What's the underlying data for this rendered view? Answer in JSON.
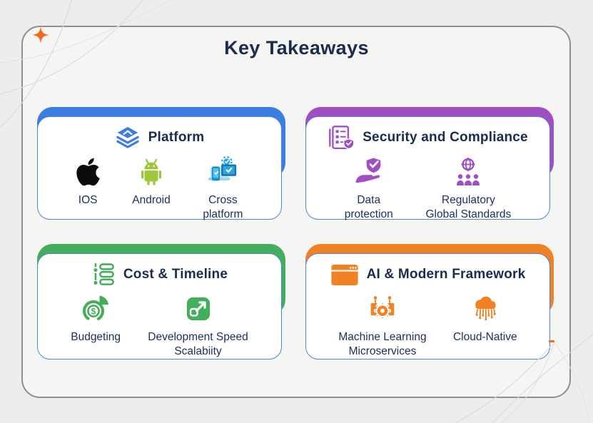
{
  "page": {
    "title": "Key Takeaways"
  },
  "decorations": {
    "sparkle_color": "#F4691E",
    "curve_color": "#DBDBD9",
    "container_border_color": "#8F8F8D",
    "inner_card_border_color": "#4A86D8",
    "text_color": "#1D2B4F"
  },
  "cards": [
    {
      "accent_color": "#3B7DE0",
      "header": {
        "label": "Platform",
        "icon": "layers-stack-icon"
      },
      "items": [
        {
          "label": "IOS",
          "icon": "apple-icon",
          "icon_color": "#0B0B0B"
        },
        {
          "label": "Android",
          "icon": "android-icon",
          "icon_color": "#A0C63C"
        },
        {
          "label": "Cross\nplatform",
          "icon": "cross-platform-devices-icon",
          "icon_color": "#2AA7DF"
        }
      ]
    },
    {
      "accent_color": "#A04EC4",
      "header": {
        "label": "Security and Compliance",
        "icon": "compliance-checklist-icon"
      },
      "items": [
        {
          "label": "Data\nprotection",
          "icon": "shield-hand-icon",
          "icon_color": "#A04EC4"
        },
        {
          "label": "Regulatory\nGlobal Standards",
          "icon": "globe-people-icon",
          "icon_color": "#A04EC4"
        }
      ]
    },
    {
      "accent_color": "#43AF5C",
      "header": {
        "label": "Cost & Timeline",
        "icon": "timeline-list-icon"
      },
      "items": [
        {
          "label": "Budgeting",
          "icon": "budget-pie-dollar-icon",
          "icon_color": "#43AF5C"
        },
        {
          "label": "Development Speed\nScalabiity",
          "icon": "expand-arrow-icon",
          "icon_color": "#43AF5C"
        }
      ]
    },
    {
      "accent_color": "#F08224",
      "header": {
        "label": "AI & Modern Framework",
        "icon": "browser-window-icon"
      },
      "items": [
        {
          "label": "Machine Learning\nMicroservices",
          "icon": "ml-gear-circuit-icon",
          "icon_color": "#F08224"
        },
        {
          "label": "Cloud-Native",
          "icon": "cloud-circuit-icon",
          "icon_color": "#F08224"
        }
      ]
    }
  ]
}
